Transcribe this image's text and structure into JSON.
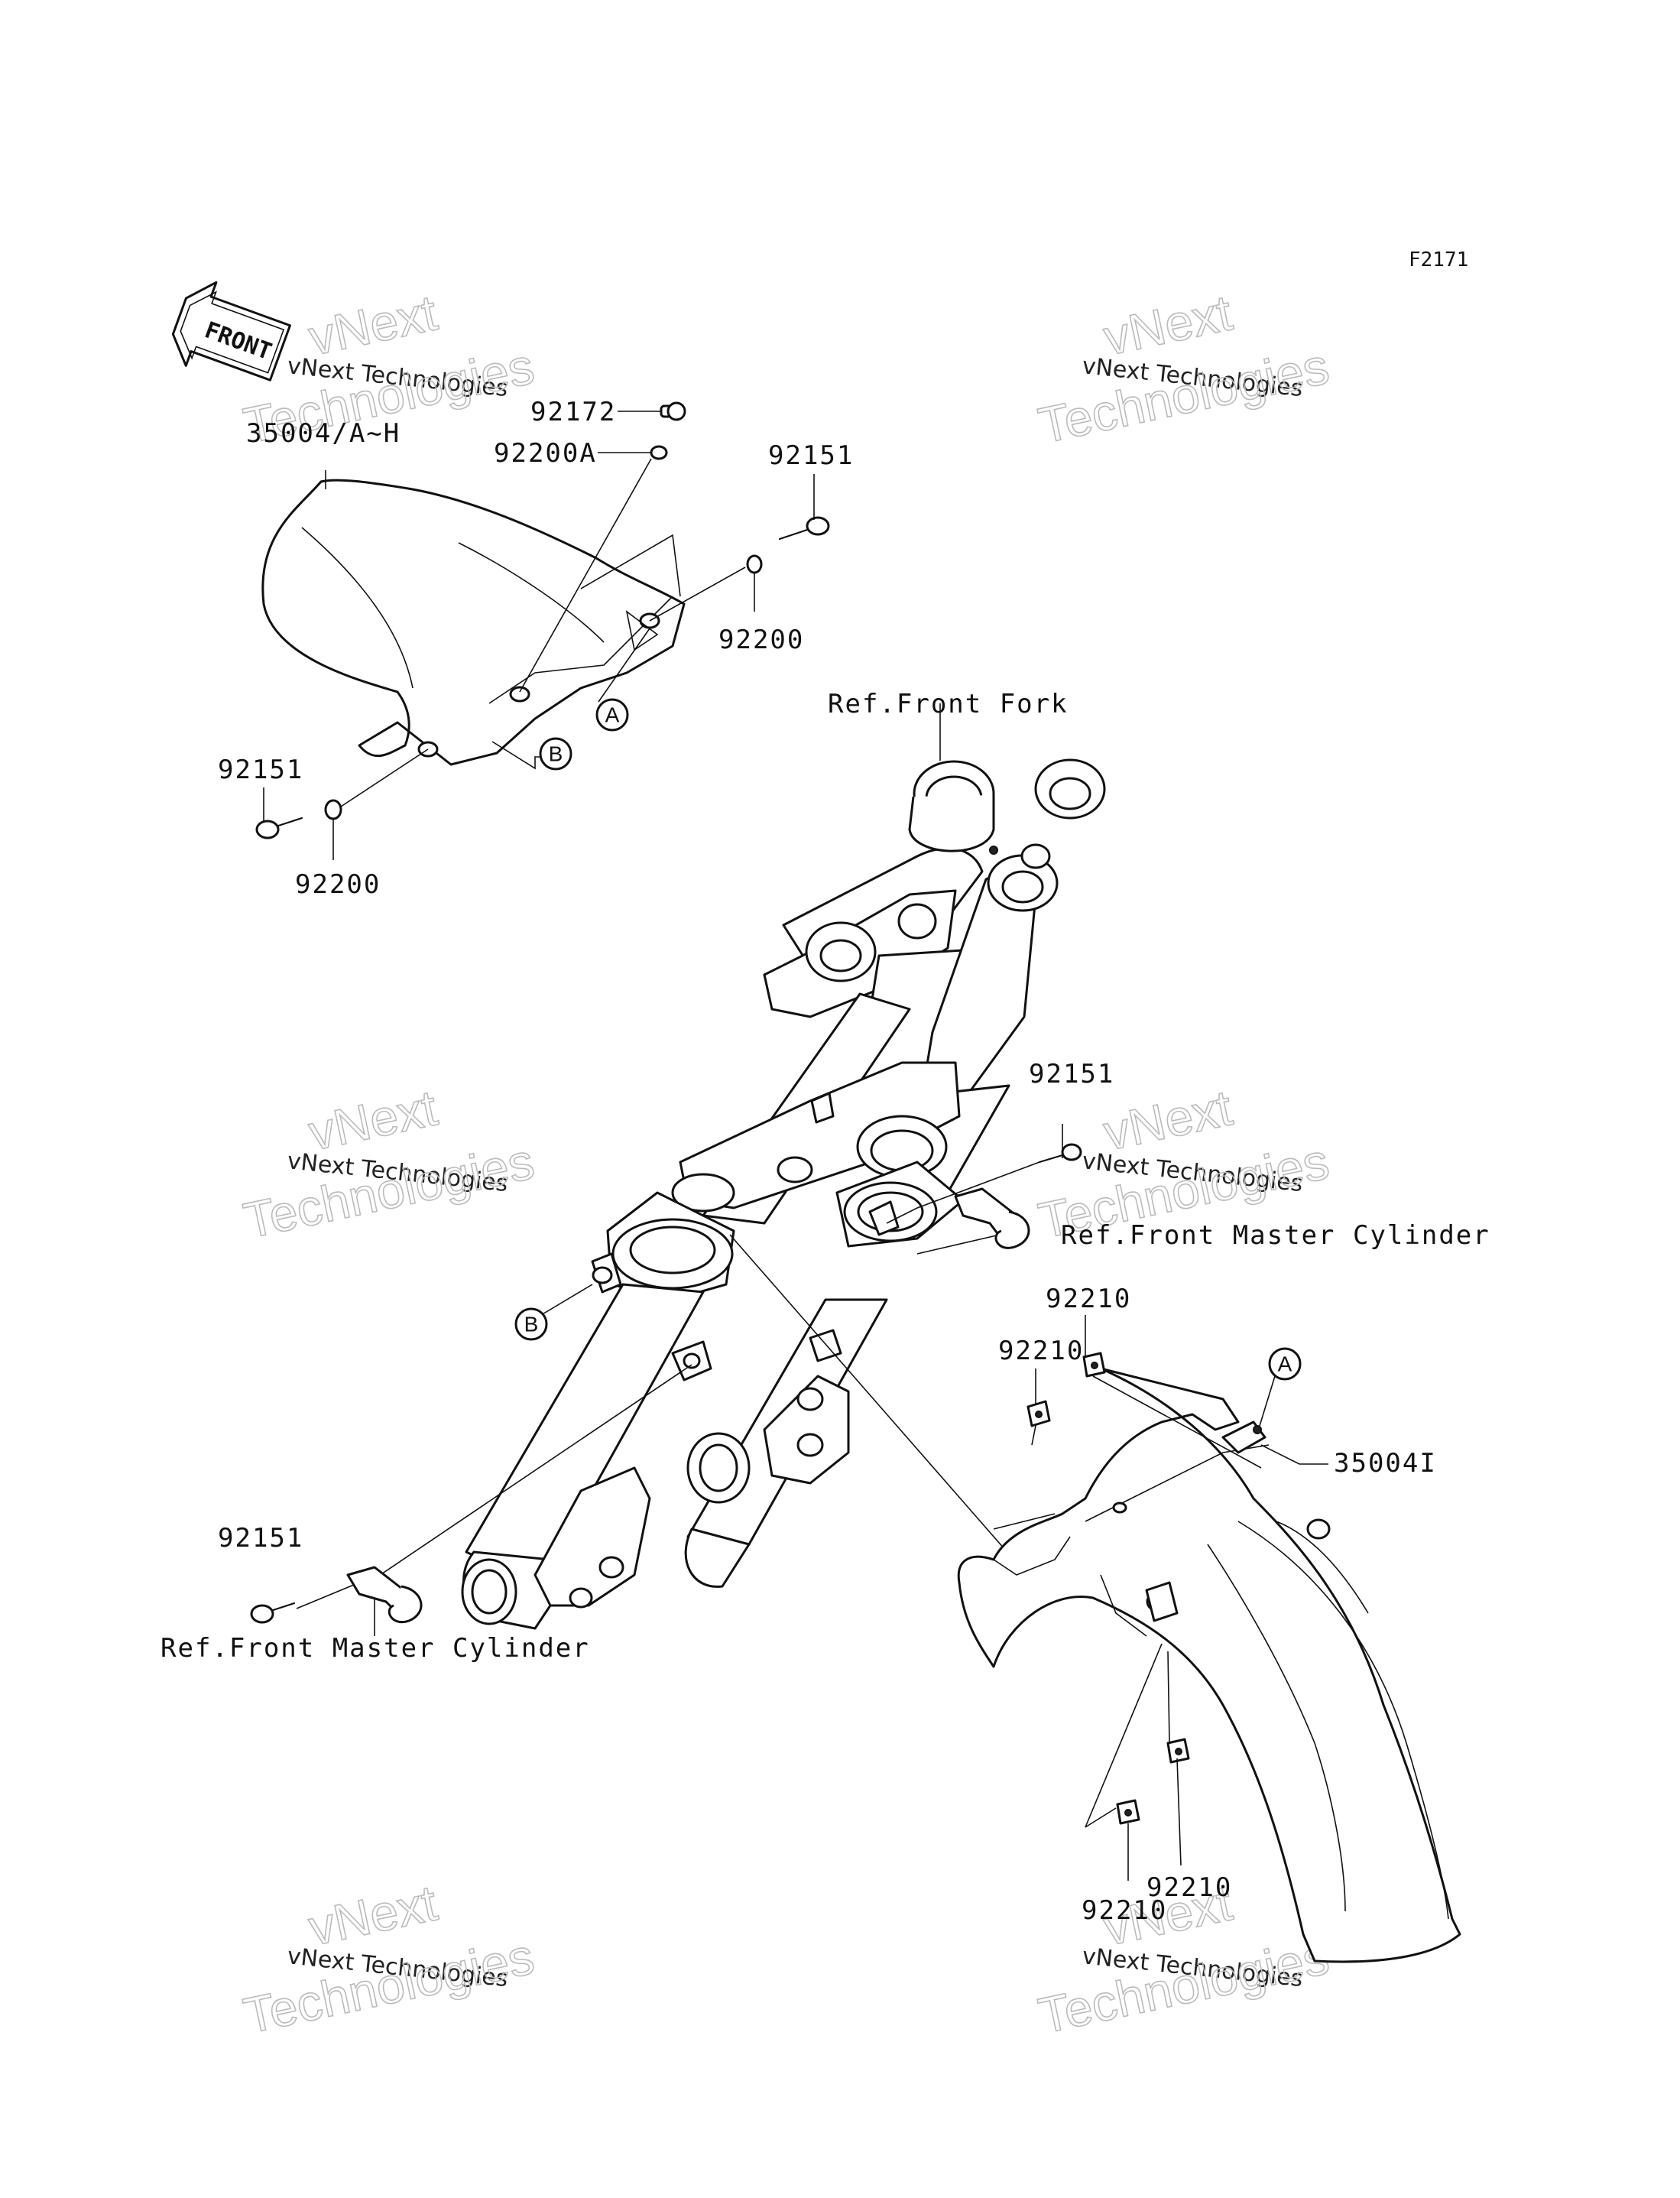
{
  "diagram_code": "F2171",
  "front_arrow": "FRONT",
  "parts": {
    "p35004_ah": "35004/A~H",
    "p92172": "92172",
    "p92200a": "92200A",
    "p92151_top": "92151",
    "p92200_right": "92200",
    "p92151_left": "92151",
    "p92200_left": "92200",
    "p92151_mid": "92151",
    "p92210_a": "92210",
    "p92210_b": "92210",
    "p35004i": "35004I",
    "p92151_bottom": "92151",
    "p92210_c": "92210",
    "p92210_d": "92210"
  },
  "references": {
    "front_fork": "Ref.Front Fork",
    "master_cyl_right": "Ref.Front Master Cylinder",
    "master_cyl_left": "Ref.Front Master Cylinder"
  },
  "markers": {
    "a_top": "A",
    "b_top": "B",
    "b_fork": "B",
    "a_fender": "A"
  },
  "watermark": {
    "line1": "vNext",
    "line2": "vNext Technologies",
    "line3": "Technologies"
  }
}
